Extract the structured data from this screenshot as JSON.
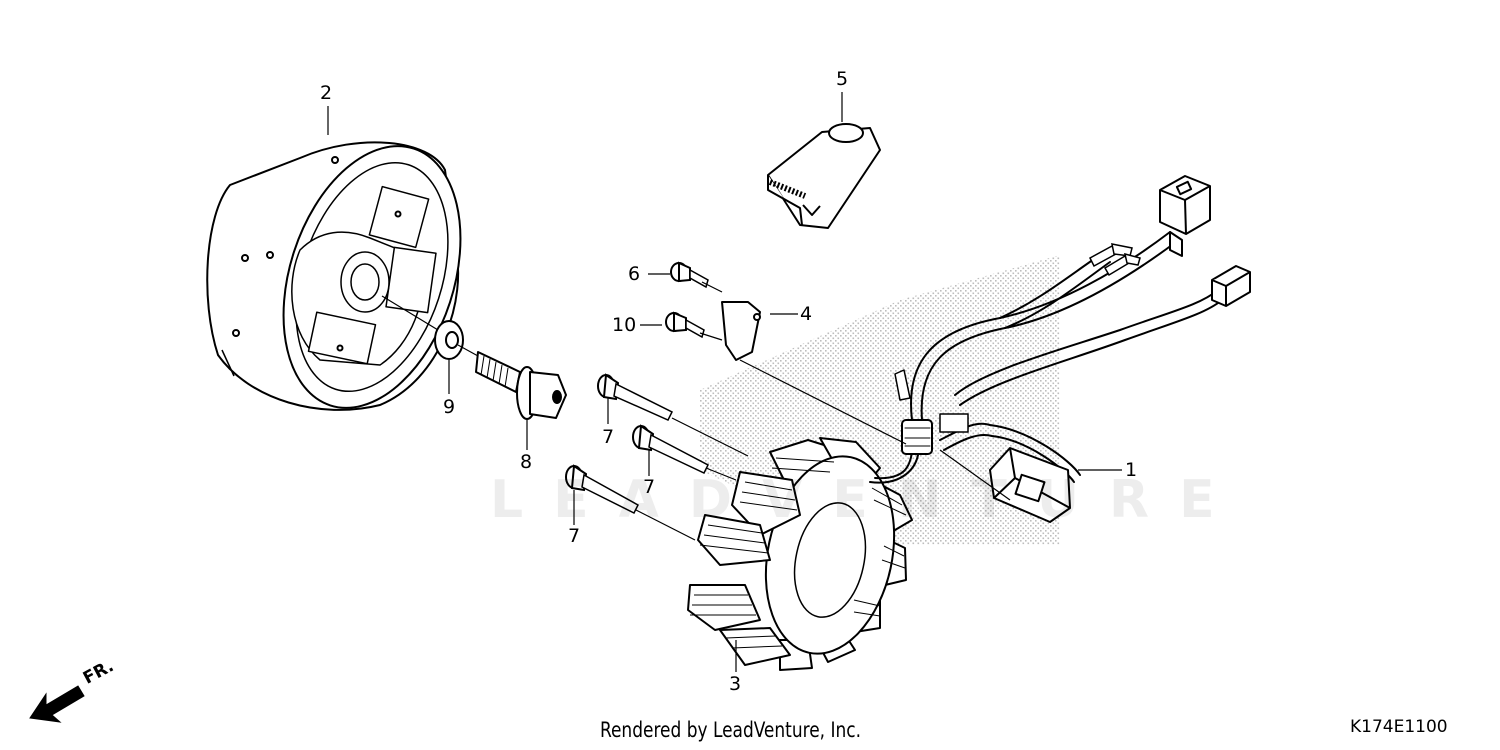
{
  "diagram": {
    "part_labels": {
      "p1": "1",
      "p2": "2",
      "p3": "3",
      "p4": "4",
      "p5": "5",
      "p6": "6",
      "p7a": "7",
      "p7b": "7",
      "p7c": "7",
      "p8": "8",
      "p9": "9",
      "p10": "10"
    },
    "direction_indicator": "FR.",
    "footer_credit": "Rendered by LeadVenture, Inc.",
    "diagram_code": "K174E1100",
    "watermark": "LEADVENTURE"
  },
  "colors": {
    "line": "#000000",
    "background": "#ffffff",
    "dither": "#c8c8c8"
  }
}
